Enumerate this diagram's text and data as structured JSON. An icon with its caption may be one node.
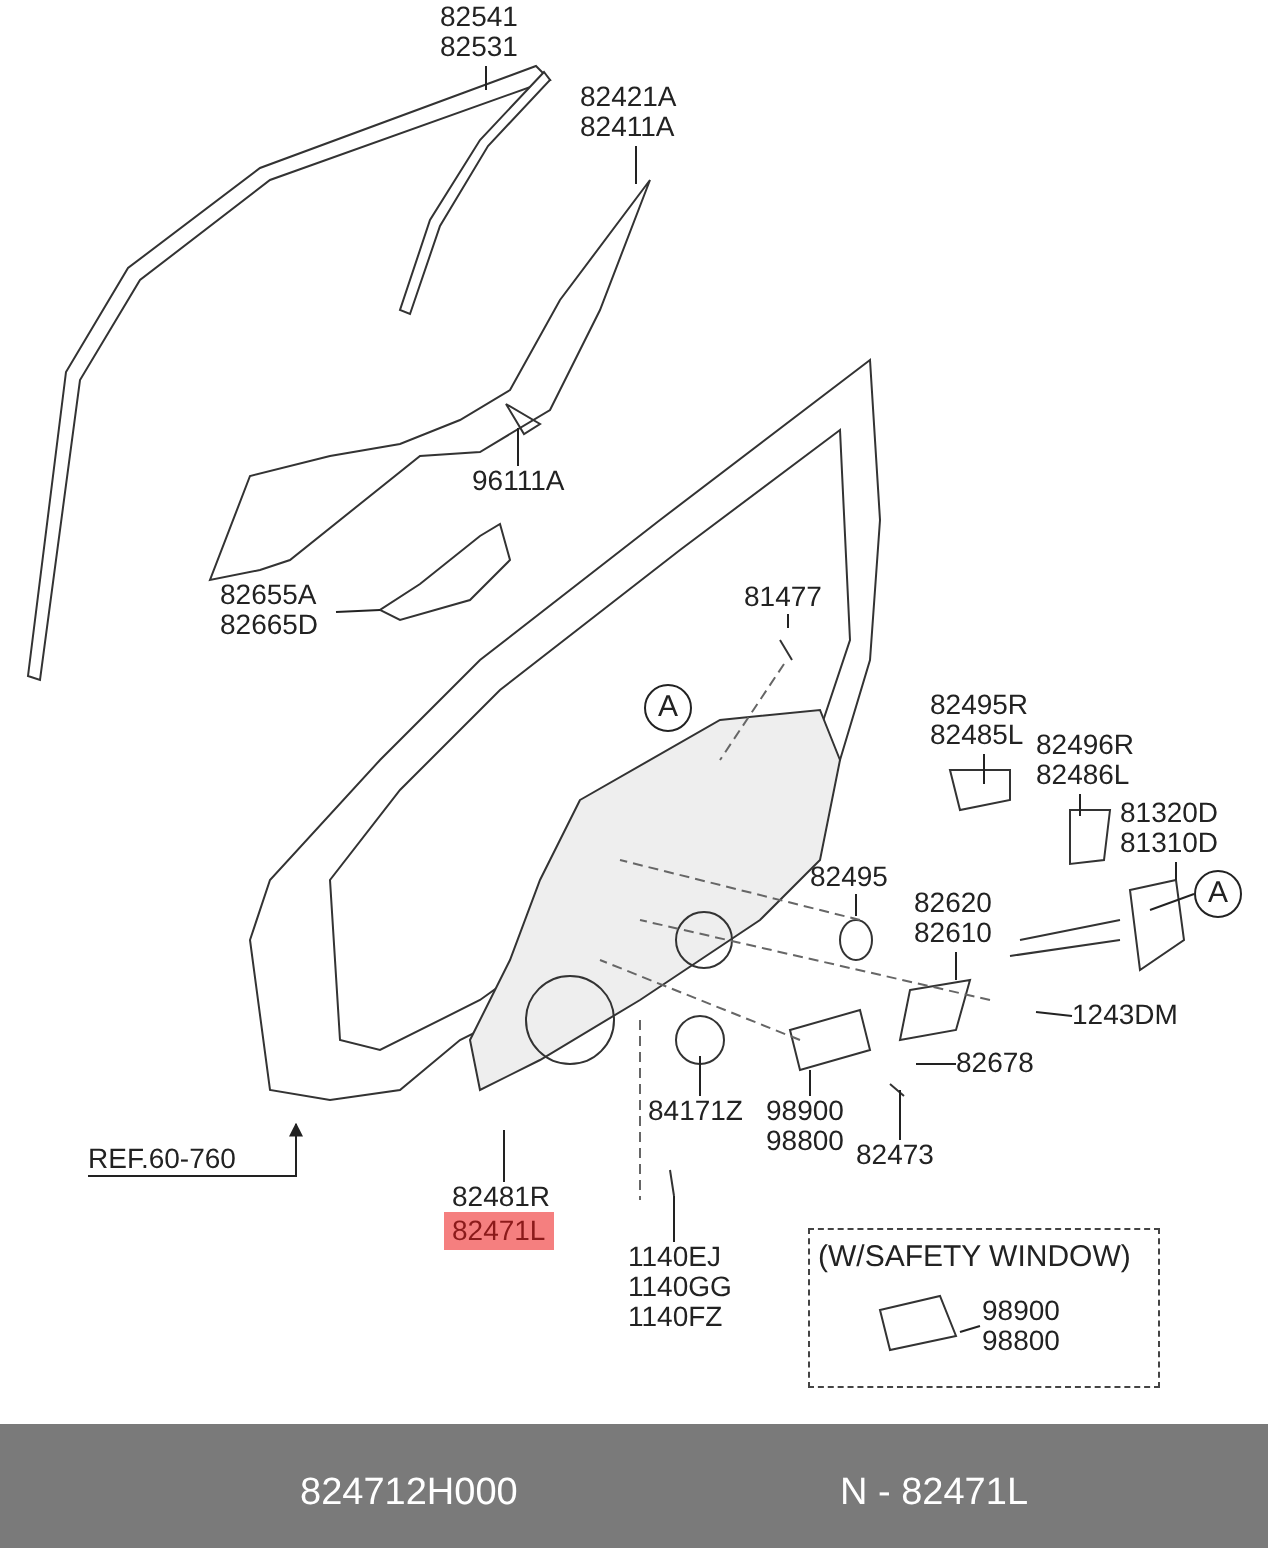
{
  "diagram": {
    "nodes": [
      {
        "text": [
          "82541",
          "82531"
        ]
      },
      {
        "text": [
          "82421A",
          "82411A"
        ]
      },
      {
        "text": [
          "96111A"
        ]
      },
      {
        "text": [
          "82655A",
          "82665D"
        ]
      },
      {
        "text": [
          "81477"
        ]
      },
      {
        "text": [
          "A"
        ]
      },
      {
        "text": [
          "82495R",
          "82485L"
        ]
      },
      {
        "text": [
          "82496R",
          "82486L"
        ]
      },
      {
        "text": [
          "81320D",
          "81310D"
        ]
      },
      {
        "text": [
          "A"
        ]
      },
      {
        "text": [
          "82495"
        ]
      },
      {
        "text": [
          "82620",
          "82610"
        ]
      },
      {
        "text": [
          "1243DM"
        ]
      },
      {
        "text": [
          "82678"
        ]
      },
      {
        "text": [
          "84171Z"
        ]
      },
      {
        "text": [
          "98900",
          "98800"
        ]
      },
      {
        "text": [
          "82473"
        ]
      },
      {
        "text": [
          "REF.60-760"
        ]
      },
      {
        "text": [
          "82481R",
          "82471L"
        ]
      },
      {
        "text": [
          "1140EJ",
          "1140GG",
          "1140FZ"
        ]
      },
      {
        "text": [
          "(W/SAFETY WINDOW)"
        ]
      },
      {
        "text": [
          "98900",
          "98800"
        ],
        "in": 20
      }
    ],
    "edges": [
      {
        "from": 0,
        "to": null,
        "arrow": "none"
      },
      {
        "from": 1,
        "to": null,
        "arrow": "none"
      },
      {
        "from": 2,
        "to": null,
        "arrow": "none"
      },
      {
        "from": 3,
        "to": null,
        "arrow": "none"
      },
      {
        "from": 4,
        "to": null,
        "arrow": "none"
      },
      {
        "from": 6,
        "to": null,
        "arrow": "none"
      },
      {
        "from": 7,
        "to": null,
        "arrow": "none"
      },
      {
        "from": 8,
        "to": null,
        "arrow": "none"
      },
      {
        "from": 9,
        "to": null,
        "arrow": "none"
      },
      {
        "from": 10,
        "to": null,
        "arrow": "none"
      },
      {
        "from": 11,
        "to": null,
        "arrow": "none"
      },
      {
        "from": 12,
        "to": null,
        "arrow": "none"
      },
      {
        "from": 13,
        "to": null,
        "arrow": "none"
      },
      {
        "from": 14,
        "to": null,
        "arrow": "none"
      },
      {
        "from": 15,
        "to": null,
        "arrow": "none"
      },
      {
        "from": 16,
        "to": null,
        "arrow": "none"
      },
      {
        "from": 17,
        "to": null,
        "arrow": "to"
      },
      {
        "from": 18,
        "to": null,
        "arrow": "none"
      },
      {
        "from": 19,
        "to": null,
        "arrow": "none"
      },
      {
        "from": 21,
        "to": null,
        "arrow": "none"
      }
    ],
    "labels": [
      "824712H000",
      "N - 82471L"
    ]
  }
}
